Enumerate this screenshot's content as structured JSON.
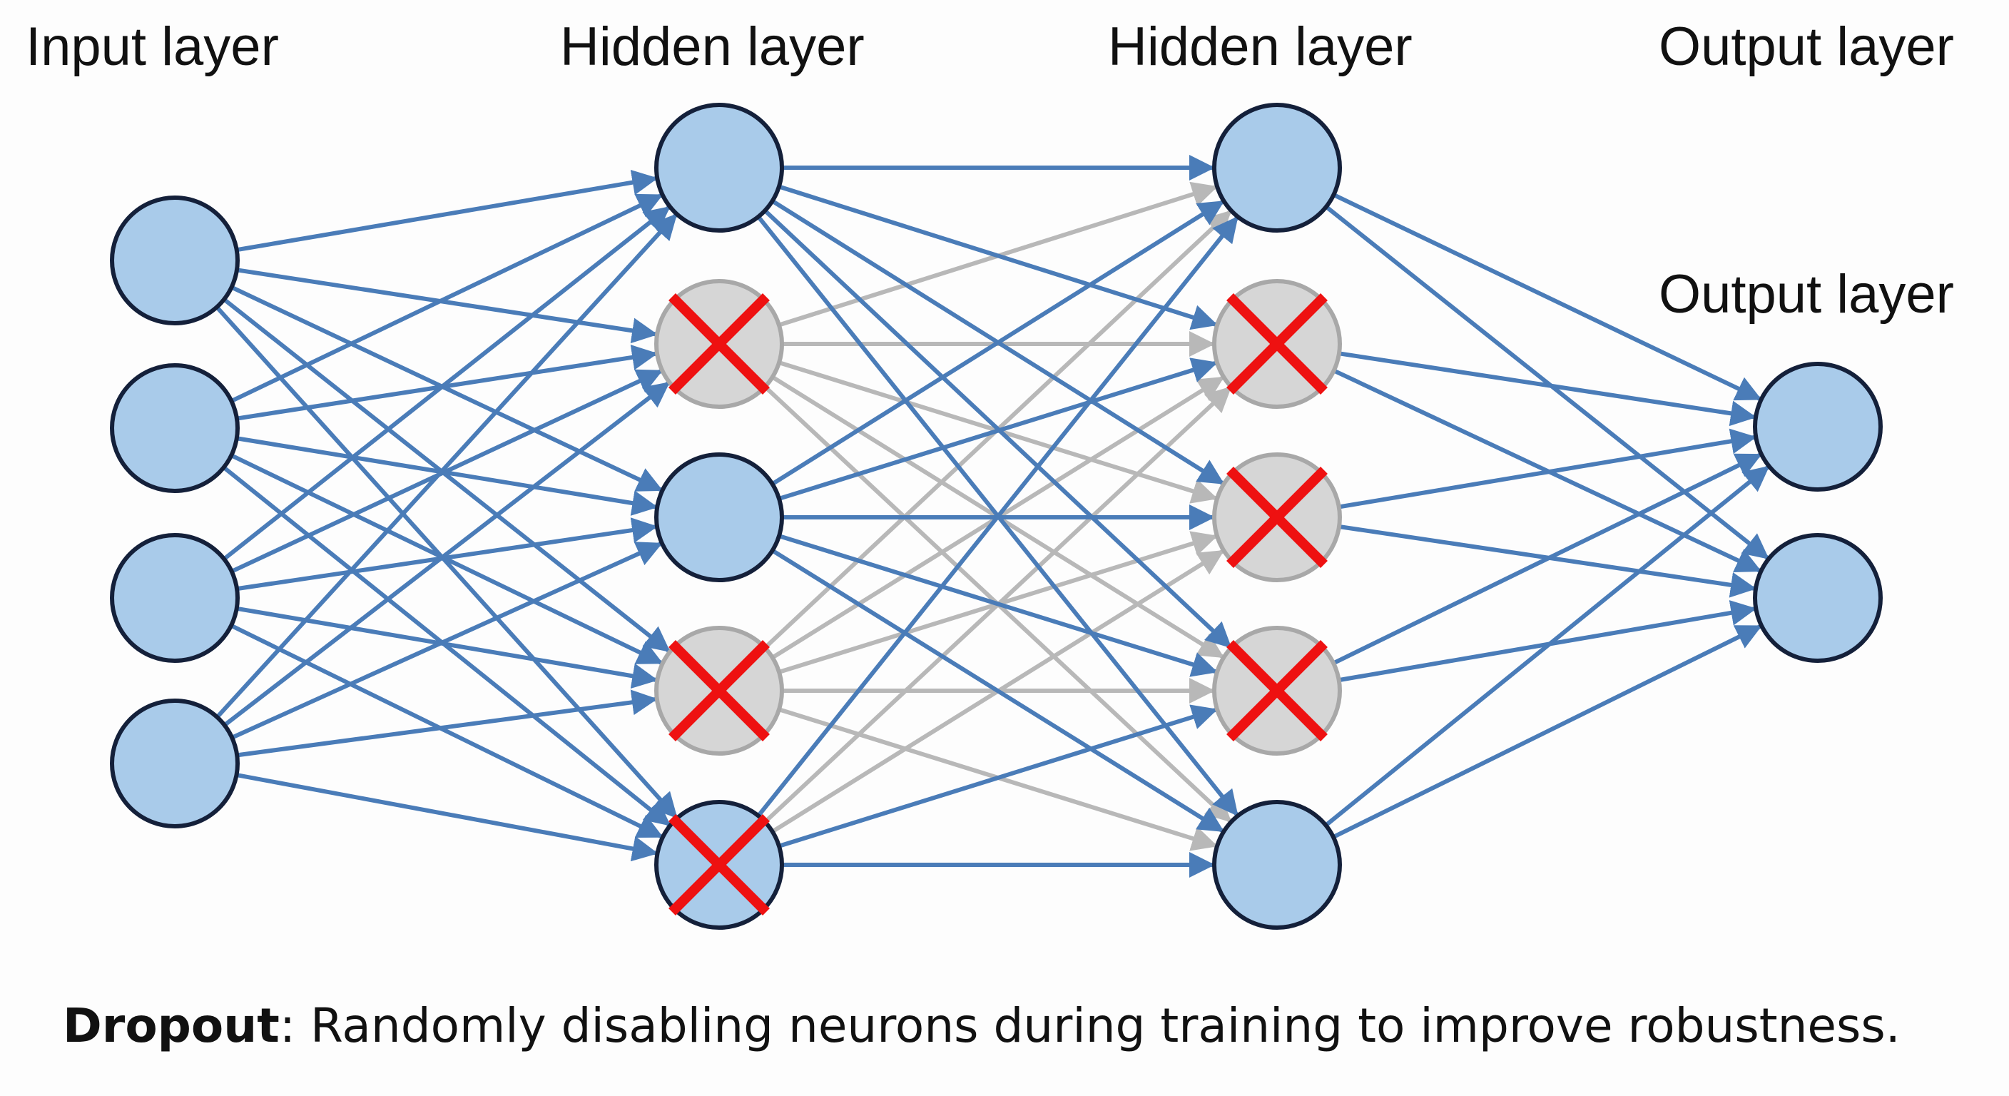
{
  "labels": {
    "input": "Input layer",
    "hidden_1": "Hidden layer",
    "hidden_2": "Hidden layer",
    "output_top": "Output layer",
    "output_side": "Output layer"
  },
  "caption": {
    "term": "Dropout",
    "text": ": Randomly disabling neurons during training to improve robustness."
  },
  "network": {
    "layers": [
      {
        "name": "input",
        "dropped": [
          false,
          false,
          false,
          false
        ]
      },
      {
        "name": "hidden-1",
        "dropped": [
          false,
          true,
          false,
          true,
          true
        ]
      },
      {
        "name": "hidden-2",
        "dropped": [
          false,
          true,
          true,
          true,
          false
        ]
      },
      {
        "name": "output",
        "dropped": [
          false,
          false
        ]
      }
    ],
    "colors": {
      "node_fill": "#a9cbea",
      "dropped_fill": "#d6d6d6",
      "node_stroke": "#14203a",
      "dropped_stroke": "#a8a8a8",
      "active_edge": "#4a7cb8",
      "inactive_edge": "#b8b8b8",
      "cross": "#ee1111"
    }
  }
}
